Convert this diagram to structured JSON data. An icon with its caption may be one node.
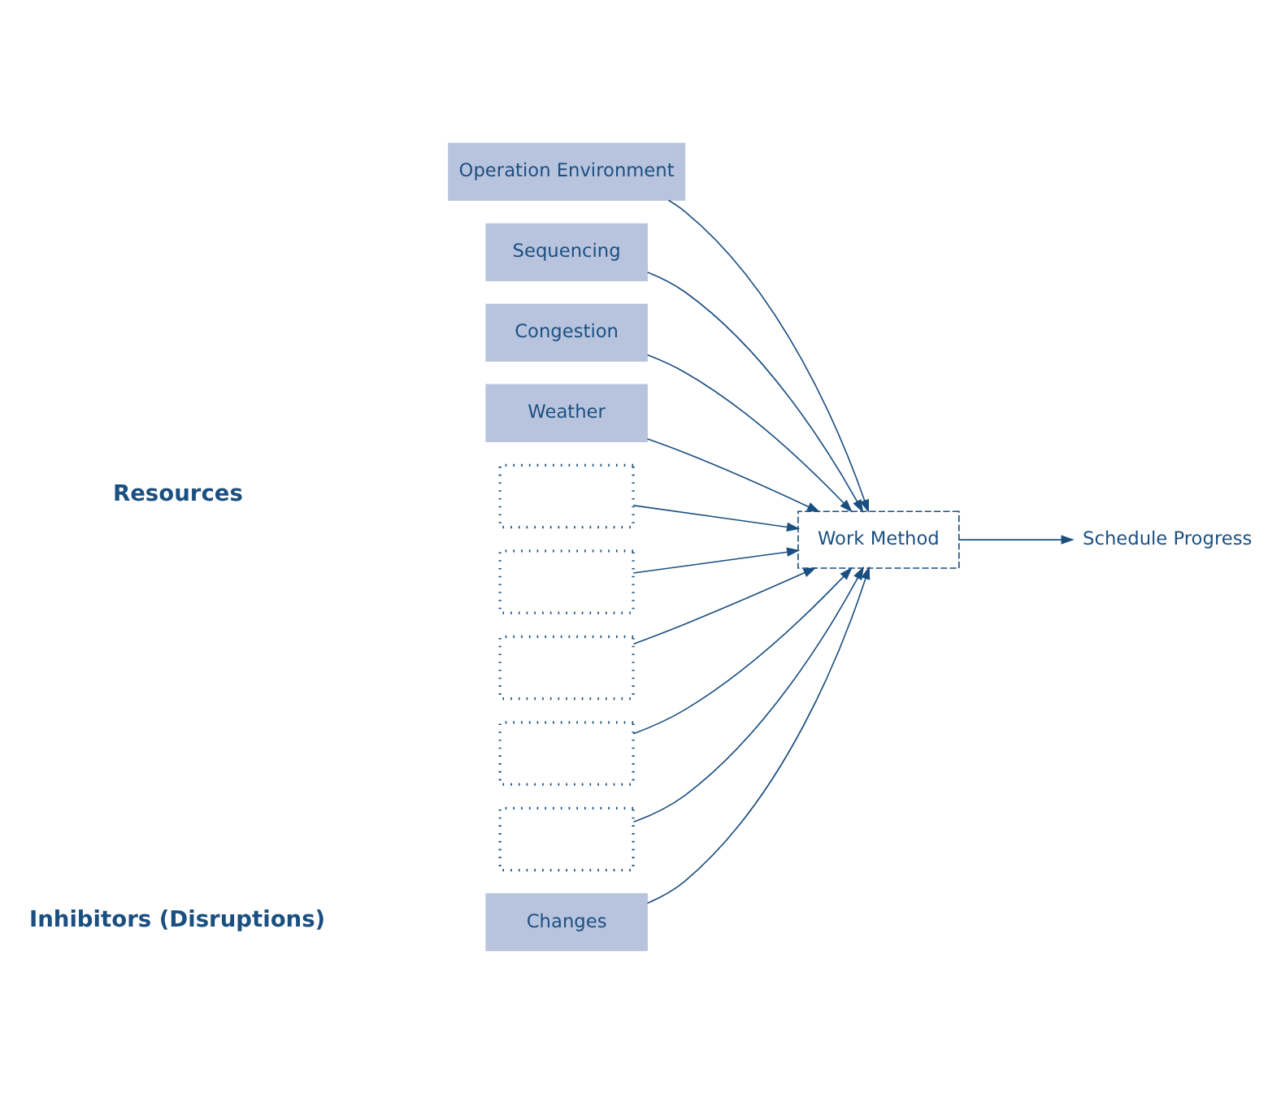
{
  "diagram": {
    "nodes": [
      {
        "text": [
          "Changes"
        ]
      },
      {
        "text": [
          "Operation Environment"
        ]
      },
      {
        "text": [
          "Sequencing"
        ]
      },
      {
        "text": [
          "Congestion"
        ]
      },
      {
        "text": [
          "Weather"
        ]
      },
      {
        "text": [],
        "shape": "box"
      },
      {
        "text": [],
        "shape": "box"
      },
      {
        "text": [],
        "shape": "box"
      },
      {
        "text": [],
        "shape": "box"
      },
      {
        "text": [],
        "shape": "box"
      },
      {
        "text": [
          "Work Method"
        ]
      },
      {
        "text": [
          "Schedule Progress"
        ]
      }
    ],
    "edges": [
      {
        "from": 0,
        "to": 10,
        "arrow": "to"
      },
      {
        "from": 1,
        "to": 10,
        "arrow": "to"
      },
      {
        "from": 2,
        "to": 10,
        "arrow": "to"
      },
      {
        "from": 3,
        "to": 10,
        "arrow": "to"
      },
      {
        "from": 4,
        "to": 10,
        "arrow": "to"
      },
      {
        "from": 5,
        "to": 10,
        "arrow": "to"
      },
      {
        "from": 6,
        "to": 10,
        "arrow": "to"
      },
      {
        "from": 7,
        "to": 10,
        "arrow": "to"
      },
      {
        "from": 8,
        "to": 10,
        "arrow": "to"
      },
      {
        "from": 9,
        "to": 10,
        "arrow": "to"
      },
      {
        "from": 10,
        "to": 11,
        "arrow": "to"
      }
    ],
    "labels": [
      "Inhibitors (Disruptions)",
      "Resources"
    ]
  }
}
